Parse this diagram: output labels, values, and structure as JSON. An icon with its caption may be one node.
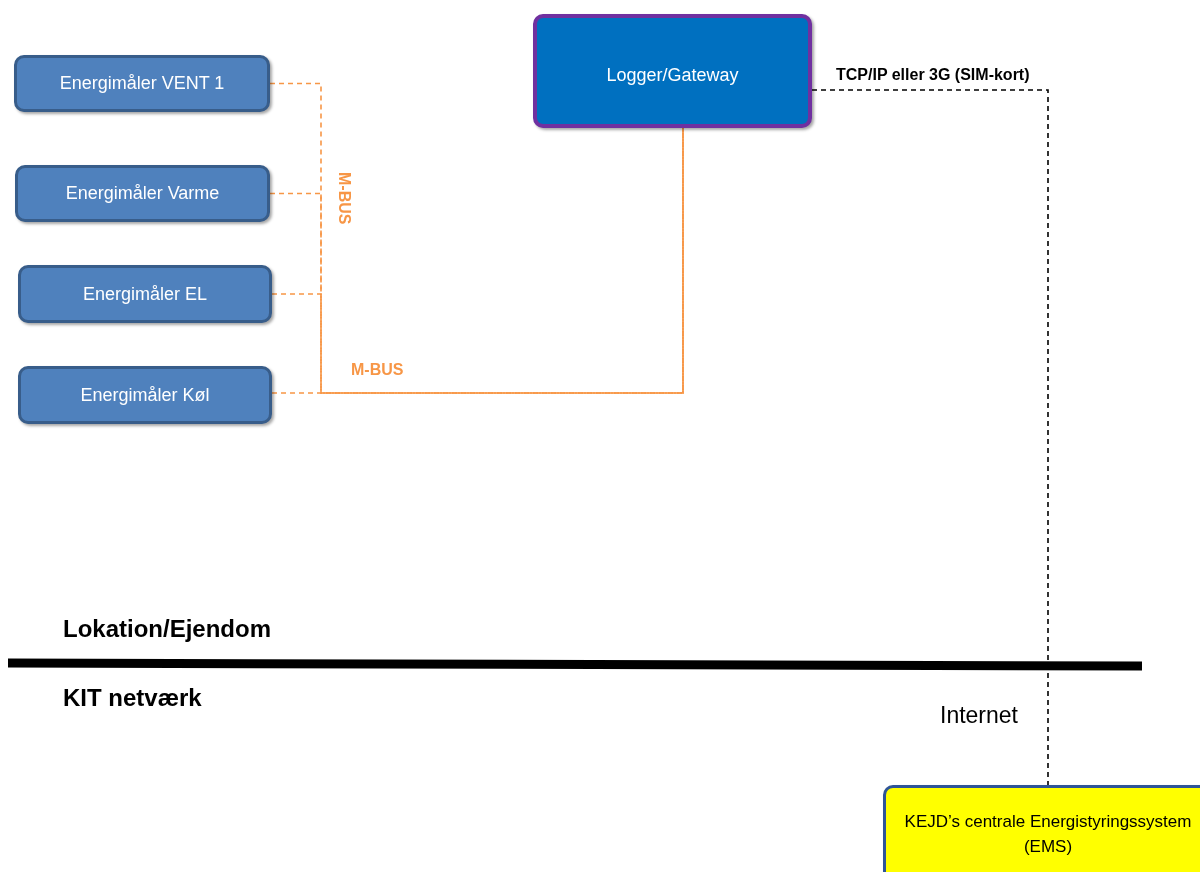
{
  "diagram": {
    "nodes": [
      {
        "text": [
          "Energimåler VENT 1"
        ]
      },
      {
        "text": [
          "Energimåler Varme"
        ]
      },
      {
        "text": [
          "Energimåler EL"
        ]
      },
      {
        "text": [
          "Energimåler Køl"
        ]
      },
      {
        "text": [
          "Logger/Gateway"
        ]
      },
      {
        "text": [
          "KEJD’s centrale Energistyringssystem (EMS)"
        ]
      }
    ],
    "edges": [
      {
        "from": 0,
        "to": 4,
        "arrow": "none",
        "style": "dashed"
      },
      {
        "from": 1,
        "to": 4,
        "arrow": "none",
        "style": "dashed"
      },
      {
        "from": 2,
        "to": 4,
        "arrow": "none",
        "style": "dashed"
      },
      {
        "from": 3,
        "to": 4,
        "arrow": "none",
        "style": "dashed"
      },
      {
        "from": 4,
        "to": 5,
        "arrow": "none",
        "style": "dashed",
        "color": "#000000",
        "label": "TCP/IP eller 3G (SIM-kort)"
      }
    ],
    "labels": [
      "M-BUS",
      "M-BUS",
      "Lokation/Ejendom",
      "KIT netværk",
      "Internet"
    ]
  }
}
